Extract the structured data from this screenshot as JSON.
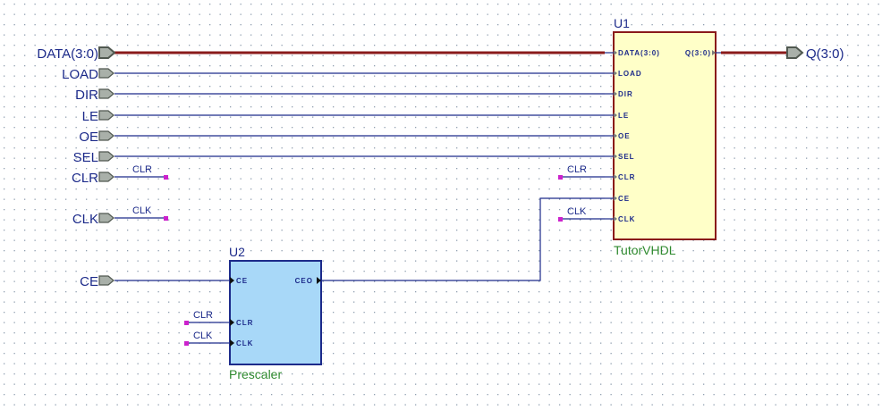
{
  "colors": {
    "background": "#ffffff",
    "grid_dot": "#8f9fb0",
    "wire": "#1c2a8a",
    "bus": "#8a1a1a",
    "port_fill": "#a9b0a9",
    "port_stroke": "#505850",
    "net_stub": "#cc22cc",
    "u1_fill": "#ffffc8",
    "u1_stroke": "#8a1a1a",
    "u2_fill": "#a8d8f8",
    "u2_stroke": "#1c2a8a",
    "type_label": "#2f8a2f"
  },
  "input_ports": [
    {
      "name": "DATA(3:0)",
      "bus": true
    },
    {
      "name": "LOAD"
    },
    {
      "name": "DIR"
    },
    {
      "name": "LE"
    },
    {
      "name": "OE"
    },
    {
      "name": "SEL"
    },
    {
      "name": "CLR"
    },
    {
      "name": "CLK"
    },
    {
      "name": "CE"
    }
  ],
  "output_ports": [
    {
      "name": "Q(3:0)",
      "bus": true
    }
  ],
  "net_labels": {
    "clr_left": "CLR",
    "clk_left": "CLK",
    "clr_u1": "CLR",
    "clk_u1": "CLK",
    "clr_u2": "CLR",
    "clk_u2": "CLK"
  },
  "u1": {
    "ref": "U1",
    "type": "TutorVHDL",
    "pins_left": [
      "DATA(3:0)",
      "LOAD",
      "DIR",
      "LE",
      "OE",
      "SEL",
      "CLR",
      "CE",
      "CLK"
    ],
    "pins_right": [
      "Q(3:0)"
    ]
  },
  "u2": {
    "ref": "U2",
    "type": "Prescaler",
    "pins_left": [
      "CE",
      "CLR",
      "CLK"
    ],
    "pins_right": [
      "CEO"
    ]
  }
}
